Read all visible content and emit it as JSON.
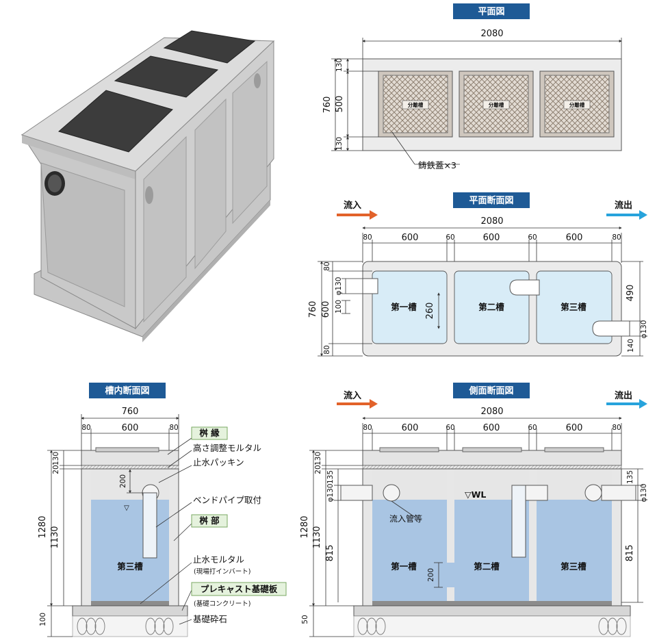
{
  "titles": {
    "plan": "平面図",
    "plan_section": "平面断面図",
    "inner_section": "槽内断面図",
    "side_section": "側面断面図"
  },
  "flow": {
    "inflow": "流入",
    "outflow": "流出"
  },
  "colors": {
    "title_bg": "#1e5a96",
    "inflow_arrow": "#e2622a",
    "outflow_arrow": "#27a3dc",
    "callout_bg": "#e5f2dd"
  },
  "plan": {
    "width": "2080",
    "depth": "760",
    "d_top": "130",
    "d_mid": "500",
    "d_bot": "130",
    "lid_text": "分離槽",
    "lid_label": "鋳鉄蓋×3"
  },
  "plan_section": {
    "width": "2080",
    "segments": [
      "80",
      "600",
      "60",
      "600",
      "60",
      "600",
      "80"
    ],
    "depth": "760",
    "left_top": "80",
    "left_mid": "600",
    "left_bot": "80",
    "pipe_in": "φ130",
    "gap": "100",
    "baffle": "260",
    "right_top": "490",
    "pipe_out": "φ130",
    "right_bot": "140",
    "chambers": [
      "第一槽",
      "第二槽",
      "第三槽"
    ]
  },
  "inner_section": {
    "width": "760",
    "segments": [
      "80",
      "600",
      "80"
    ],
    "height": "1280",
    "h_130": "130",
    "h_20": "20",
    "h_1130": "1130",
    "h_100": "100",
    "pipe_depth": "200",
    "chamber": "第三槽",
    "callouts": {
      "rim": "桝 縁",
      "mortar": "高さ調整モルタル",
      "packing": "止水パッキン",
      "bend": "ベンドパイプ取付",
      "body": "桝 部",
      "seal_mortar": "止水モルタル",
      "seal_note": "(現場打インバート)",
      "base_plate": "プレキャスト基礎板",
      "base_note": "(基礎コンクリート)",
      "gravel": "基礎砕石"
    }
  },
  "side_section": {
    "width": "2080",
    "segments": [
      "80",
      "600",
      "60",
      "600",
      "60",
      "600",
      "80"
    ],
    "height": "1280",
    "h_130": "130",
    "h_20": "20",
    "h_1130": "1130",
    "h_50": "50",
    "h_135": "135",
    "pipe_in": "φ130",
    "h_815": "815",
    "h_200": "200",
    "right_135": "135",
    "right_pipe": "φ130",
    "right_815": "815",
    "wl": "▽WL",
    "inflow_pipe": "流入管等",
    "chambers": [
      "第一槽",
      "第二槽",
      "第三槽"
    ]
  }
}
